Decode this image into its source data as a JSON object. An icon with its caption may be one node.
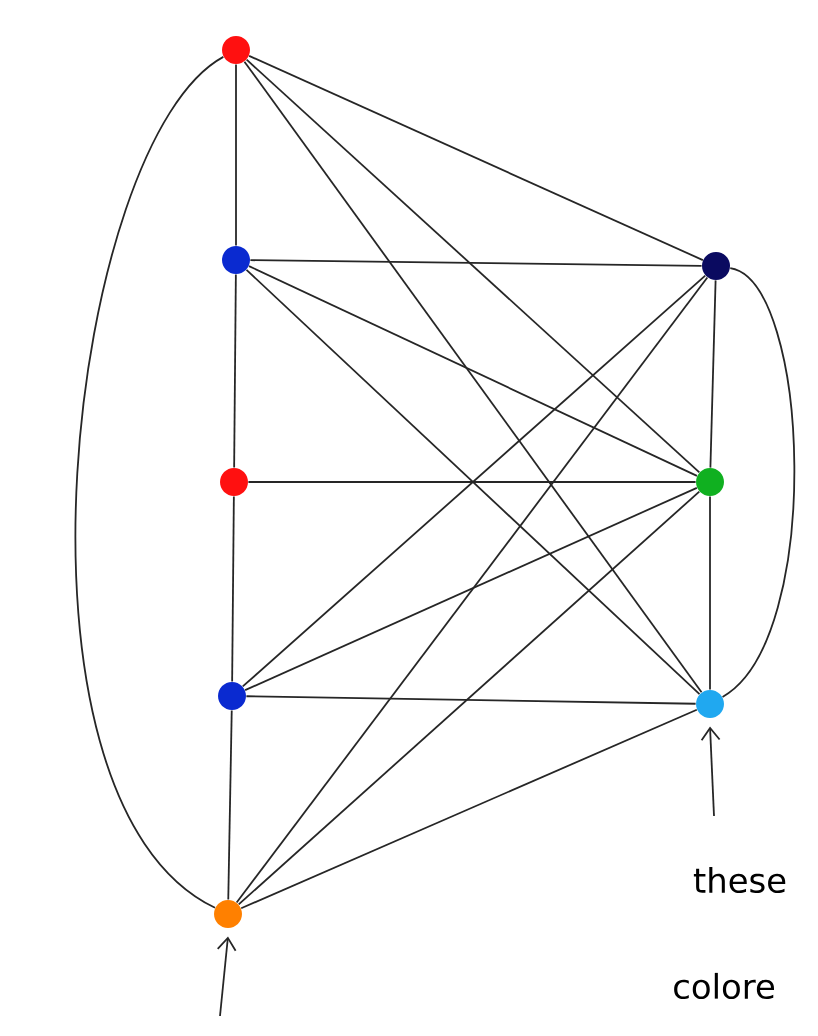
{
  "diagram": {
    "nodes": [
      {
        "text": [],
        "shape": "circle"
      },
      {
        "text": [],
        "shape": "circle"
      },
      {
        "text": [],
        "shape": "circle"
      },
      {
        "text": [],
        "shape": "circle"
      },
      {
        "text": [],
        "shape": "circle"
      },
      {
        "text": [],
        "shape": "circle"
      },
      {
        "text": [],
        "shape": "circle"
      },
      {
        "text": [],
        "shape": "circle"
      }
    ],
    "edges": [
      {
        "from": 0,
        "to": 1,
        "arrow": "none"
      },
      {
        "from": 1,
        "to": 2,
        "arrow": "none"
      },
      {
        "from": 2,
        "to": 3,
        "arrow": "none"
      },
      {
        "from": 3,
        "to": 4,
        "arrow": "none"
      },
      {
        "from": 5,
        "to": 6,
        "arrow": "none"
      },
      {
        "from": 6,
        "to": 7,
        "arrow": "none"
      },
      {
        "from": 0,
        "to": 4,
        "arrow": "none"
      },
      {
        "from": 5,
        "to": 7,
        "arrow": "none"
      },
      {
        "from": 0,
        "to": 5,
        "arrow": "none"
      },
      {
        "from": 0,
        "to": 6,
        "arrow": "none"
      },
      {
        "from": 0,
        "to": 7,
        "arrow": "none"
      },
      {
        "from": 1,
        "to": 5,
        "arrow": "none"
      },
      {
        "from": 1,
        "to": 6,
        "arrow": "none"
      },
      {
        "from": 1,
        "to": 7,
        "arrow": "none"
      },
      {
        "from": 2,
        "to": 6,
        "arrow": "none"
      },
      {
        "from": 3,
        "to": 5,
        "arrow": "none"
      },
      {
        "from": 3,
        "to": 6,
        "arrow": "none"
      },
      {
        "from": 3,
        "to": 7,
        "arrow": "none"
      },
      {
        "from": 4,
        "to": 5,
        "arrow": "none"
      },
      {
        "from": 4,
        "to": 6,
        "arrow": "none"
      },
      {
        "from": 4,
        "to": 7,
        "arrow": "none"
      },
      {
        "from": null,
        "to": 7,
        "arrow": "to"
      },
      {
        "from": null,
        "to": 4,
        "arrow": "to"
      }
    ],
    "labels": [
      "these",
      "colore"
    ]
  }
}
